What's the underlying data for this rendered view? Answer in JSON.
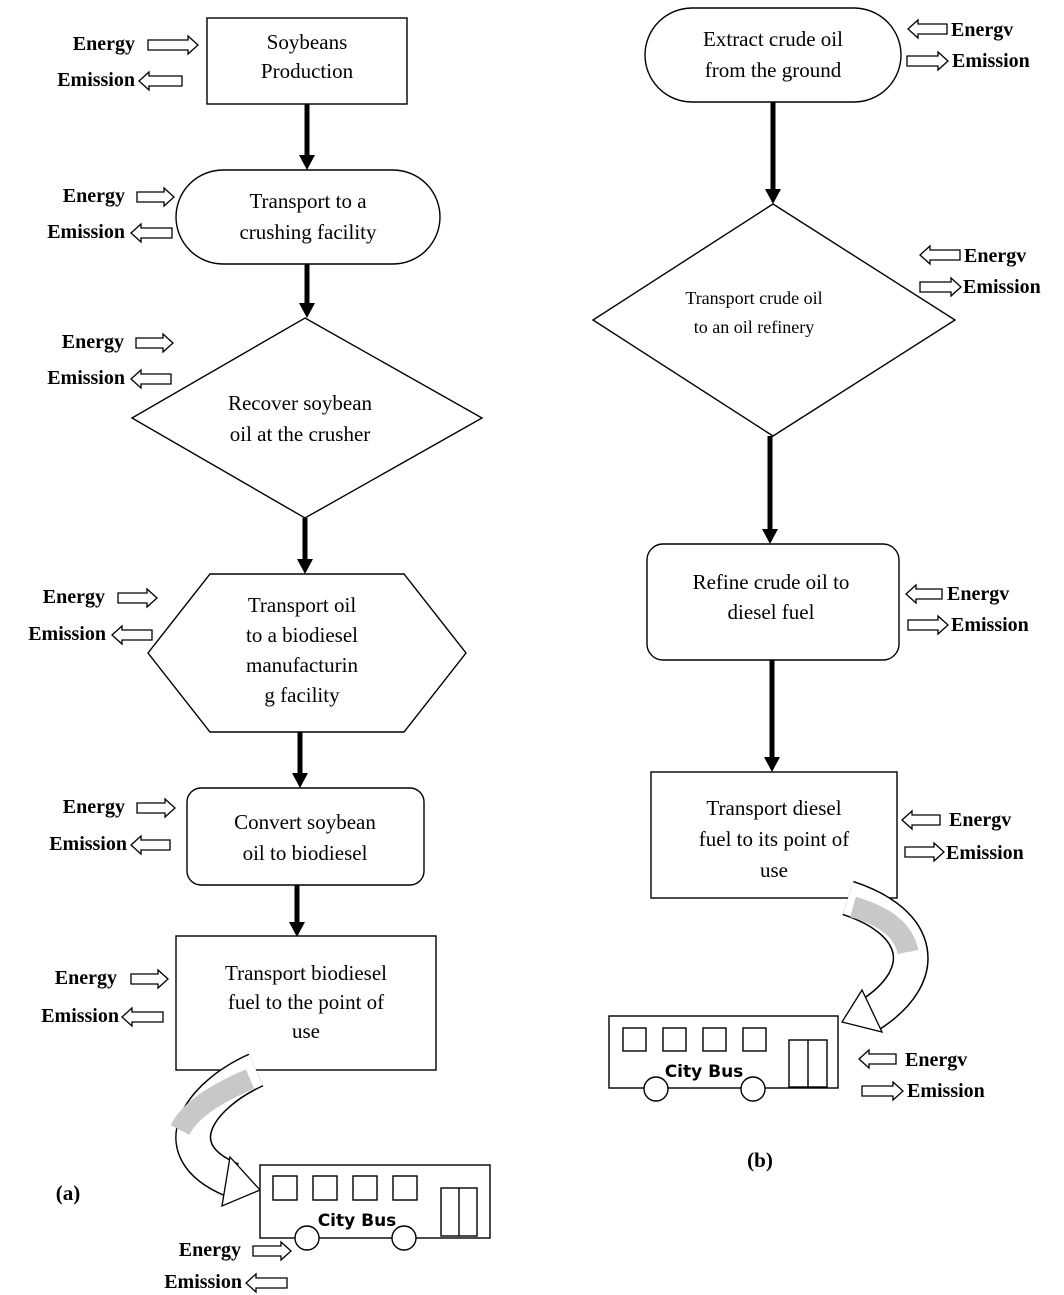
{
  "io": {
    "energy": "Energy",
    "energy_b": "Energv",
    "emission": "Emission"
  },
  "diagram_a": {
    "label": "(a)",
    "steps": [
      {
        "lines": [
          "Soybeans",
          "Production"
        ]
      },
      {
        "lines": [
          "Transport to a",
          "crushing facility"
        ]
      },
      {
        "lines": [
          "Recover soybean",
          "oil at the crusher"
        ]
      },
      {
        "lines": [
          "Transport oil",
          "to a biodiesel",
          "manufacturin",
          "g facility"
        ]
      },
      {
        "lines": [
          "Convert soybean",
          "oil to biodiesel"
        ]
      },
      {
        "lines": [
          "Transport biodiesel",
          "fuel to the point of",
          "use"
        ]
      }
    ],
    "bus_label": "City Bus"
  },
  "diagram_b": {
    "label": "(b)",
    "steps": [
      {
        "lines": [
          "Extract crude oil",
          "from the ground"
        ]
      },
      {
        "lines": [
          "Transport crude oil",
          "to an oil refinery"
        ]
      },
      {
        "lines": [
          "Refine crude oil to",
          "diesel fuel"
        ]
      },
      {
        "lines": [
          "Transport diesel",
          "fuel to its point of",
          "use"
        ]
      }
    ],
    "bus_label": "City Bus"
  }
}
